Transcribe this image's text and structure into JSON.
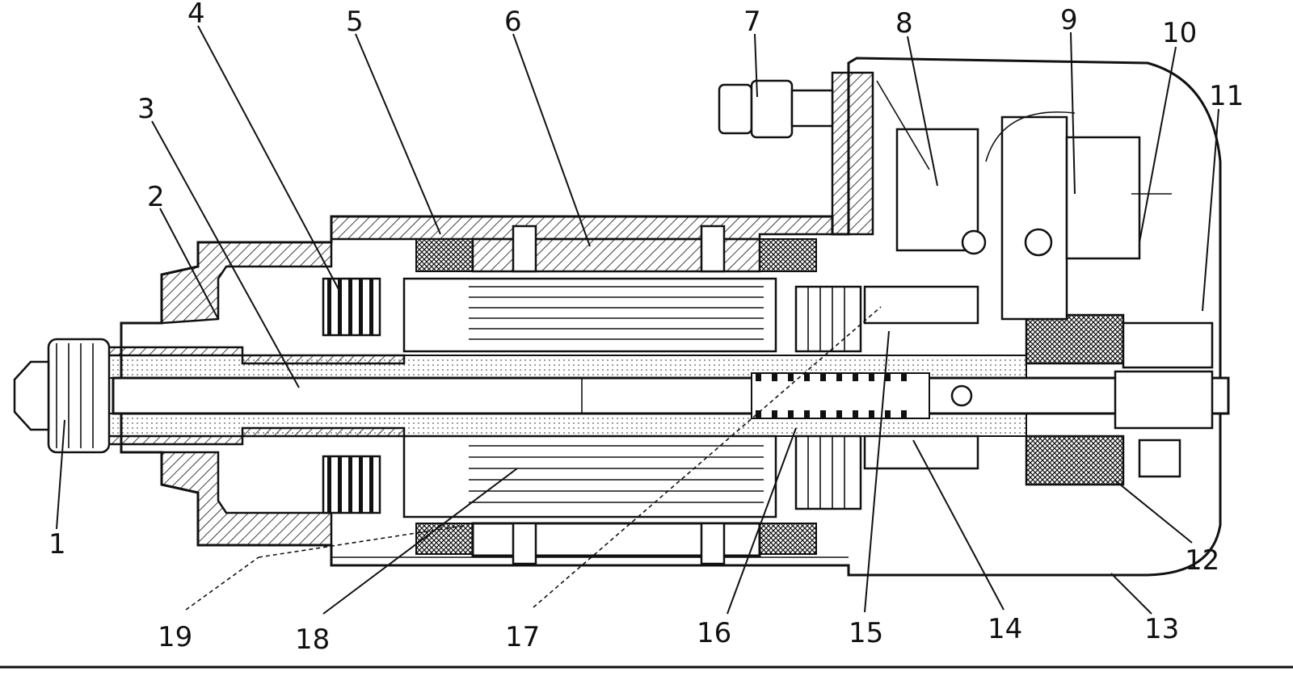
{
  "diagram": {
    "callouts": [
      "1",
      "2",
      "3",
      "4",
      "5",
      "6",
      "7",
      "8",
      "9",
      "10",
      "11",
      "12",
      "13",
      "14",
      "15",
      "16",
      "17",
      "18",
      "19"
    ]
  },
  "colors": {
    "ink": "#111111",
    "background": "#ffffff"
  }
}
